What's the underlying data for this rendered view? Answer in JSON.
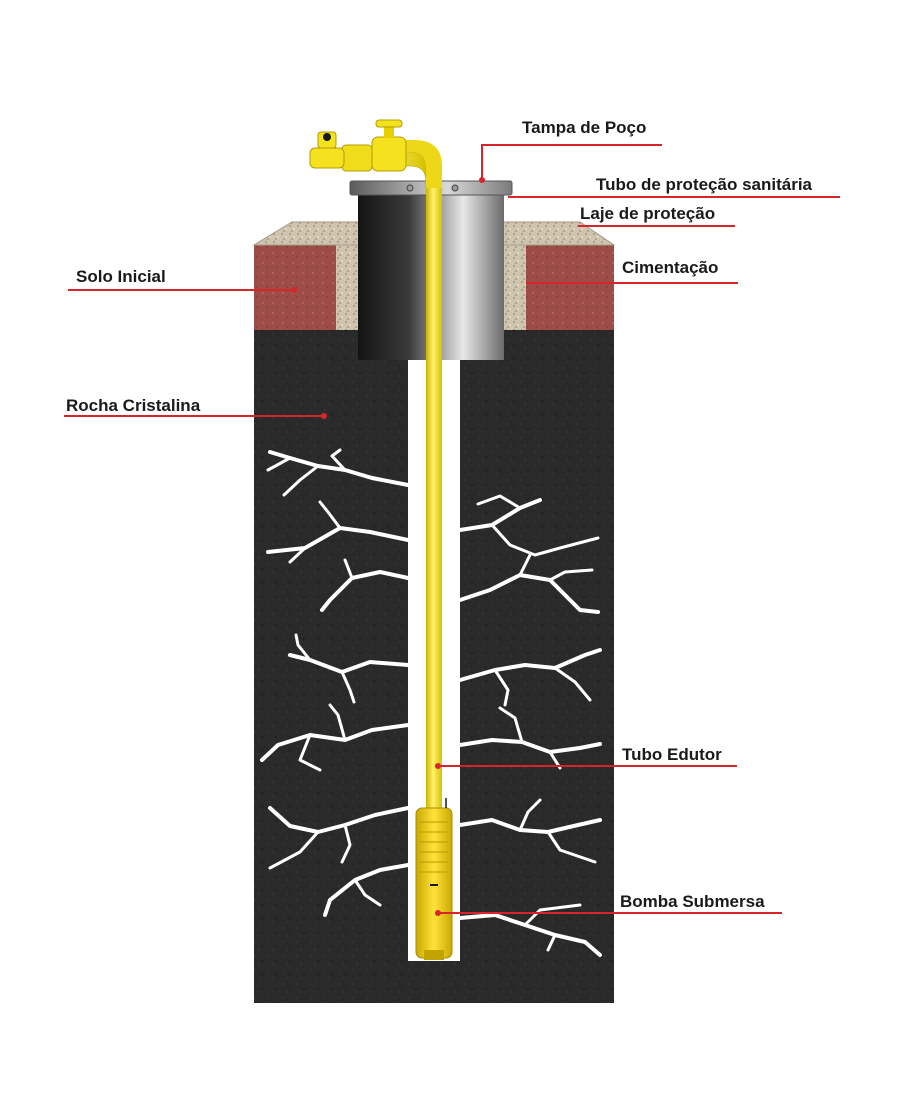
{
  "labels": {
    "tampa": "Tampa de Poço",
    "tubo_sanitaria": "Tubo de proteção sanitária",
    "laje": "Laje de proteção",
    "cimentacao": "Cimentação",
    "solo": "Solo Inicial",
    "rocha": "Rocha Cristalina",
    "edutor": "Tubo Edutor",
    "bomba": "Bomba Submersa"
  },
  "colors": {
    "leader": "#d7262b",
    "rock": "#2b2b2b",
    "soil": "#a0504a",
    "concrete": "#c9bfa8",
    "pipe": "#f2e21b",
    "casing_dark": "#1c1c1c",
    "casing_light": "#e6e6e6",
    "fracture": "#ffffff"
  }
}
